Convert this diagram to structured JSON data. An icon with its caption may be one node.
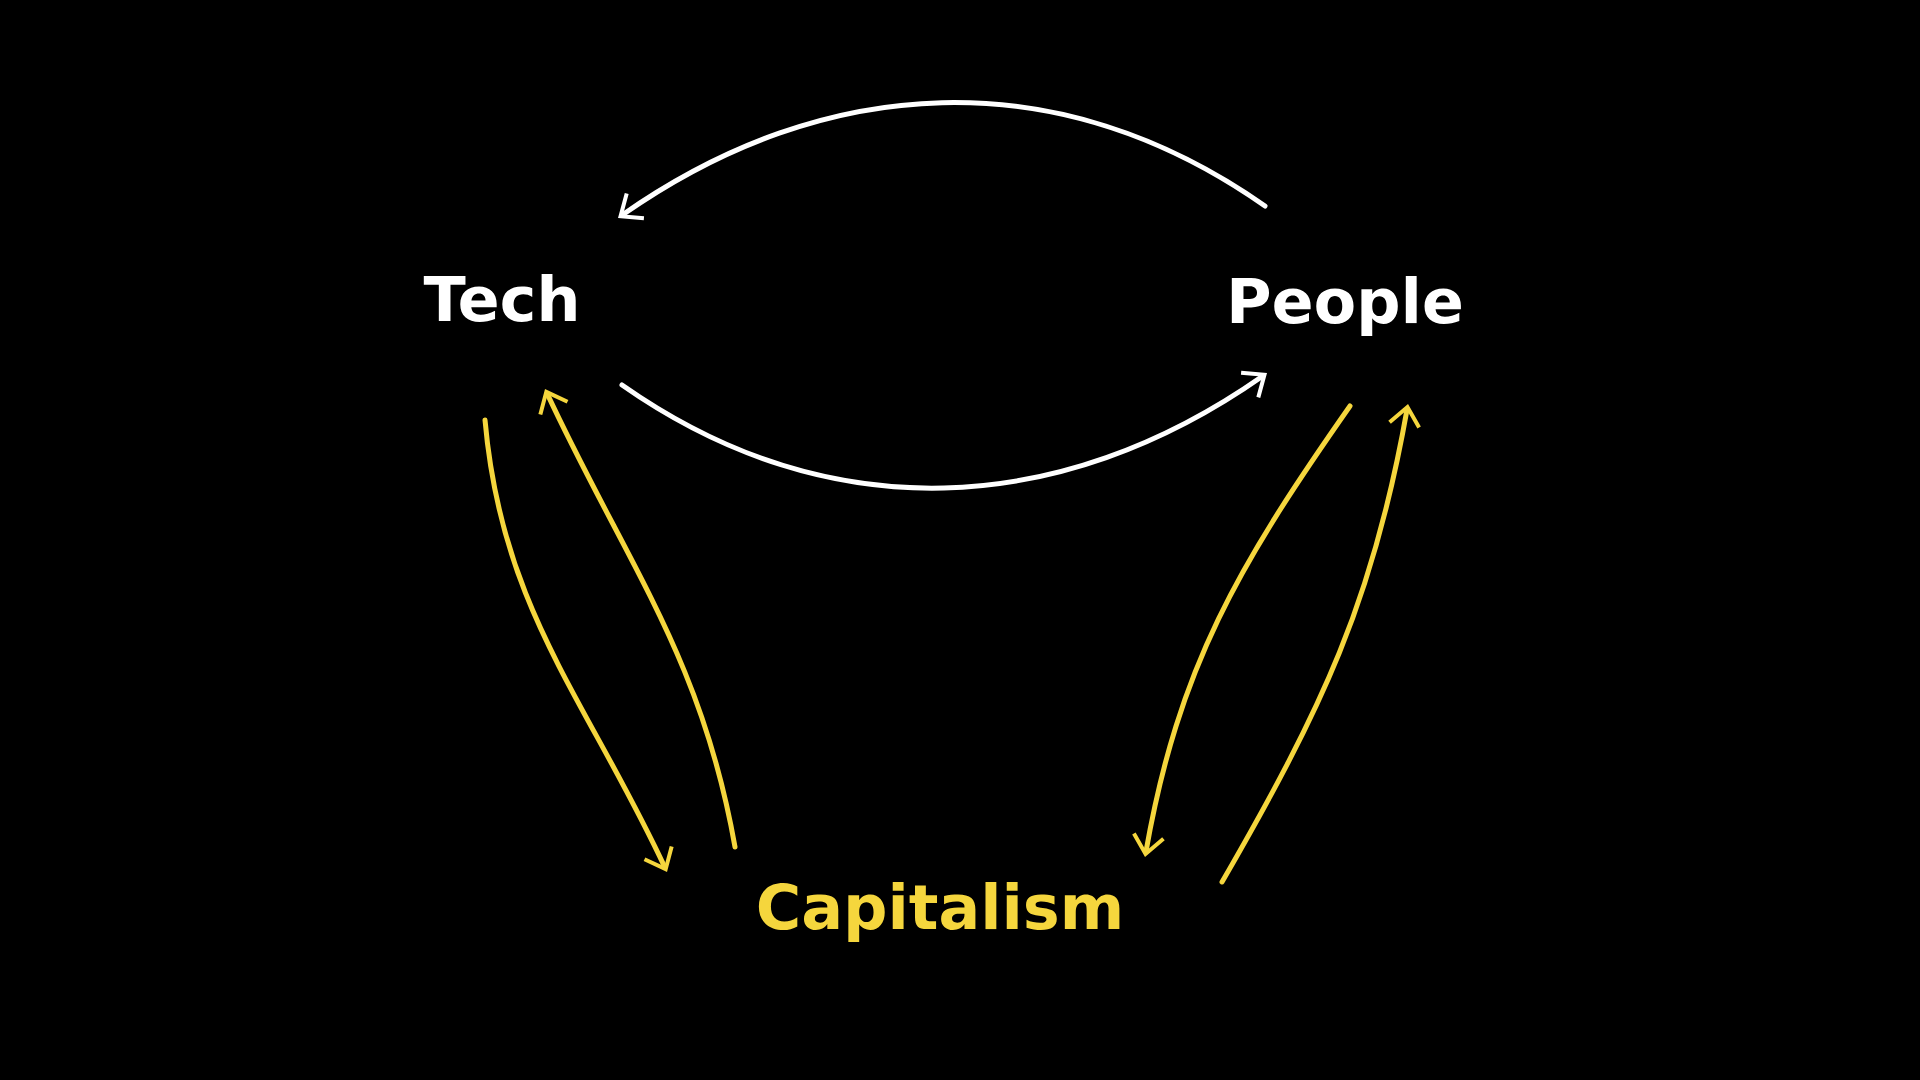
{
  "diagram": {
    "nodes": [
      {
        "text": [
          "Tech"
        ]
      },
      {
        "text": [
          "People"
        ]
      },
      {
        "text": [
          "Capitalism"
        ]
      }
    ],
    "edges": [
      {
        "from": 1,
        "to": 0,
        "arrow": "to",
        "color": "#ffffff"
      },
      {
        "from": 0,
        "to": 1,
        "arrow": "to",
        "color": "#ffffff"
      },
      {
        "from": 0,
        "to": 2,
        "arrow": "to"
      },
      {
        "from": 2,
        "to": 0,
        "arrow": "to"
      },
      {
        "from": 1,
        "to": 2,
        "arrow": "to"
      },
      {
        "from": 2,
        "to": 1,
        "arrow": "to"
      }
    ]
  }
}
